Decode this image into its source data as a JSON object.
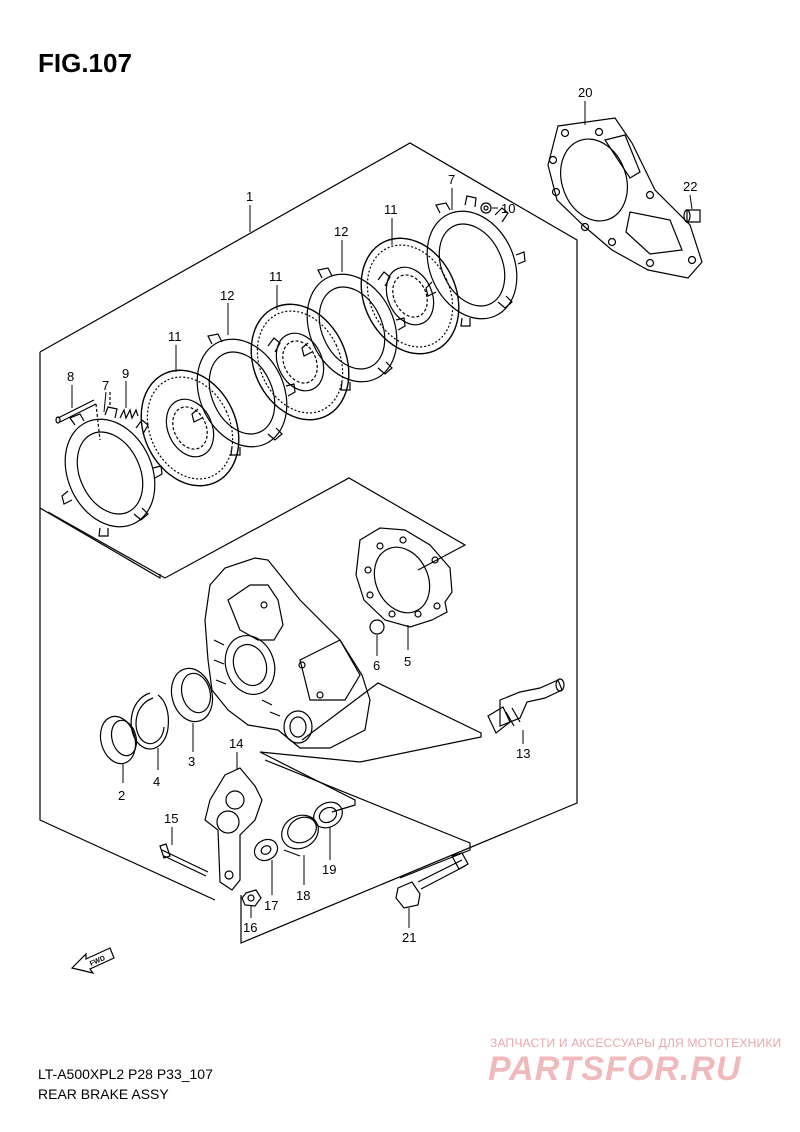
{
  "figure": {
    "title": "FIG.107"
  },
  "callouts": {
    "c1": "1",
    "c2": "2",
    "c3": "3",
    "c4": "4",
    "c5": "5",
    "c6": "6",
    "c7a": "7",
    "c7b": "7",
    "c8": "8",
    "c9": "9",
    "c10": "10",
    "c11a": "11",
    "c11b": "11",
    "c11c": "11",
    "c12a": "12",
    "c12b": "12",
    "c13": "13",
    "c14": "14",
    "c15": "15",
    "c16": "16",
    "c17": "17",
    "c18": "18",
    "c19": "19",
    "c20": "20",
    "c21": "21",
    "c22": "22"
  },
  "fwd_label": "FWD",
  "footer": {
    "model_code": "LT-A500XPL2 P28 P33_107",
    "assembly_name": "REAR BRAKE ASSY"
  },
  "watermark": {
    "tagline": "ЗАПЧАСТИ И АКСЕССУАРЫ ДЛЯ МОТОТЕХНИКИ",
    "logo": "PARTSFOR.RU"
  },
  "colors": {
    "line": "#000000",
    "watermark": "#e8a3a8"
  }
}
